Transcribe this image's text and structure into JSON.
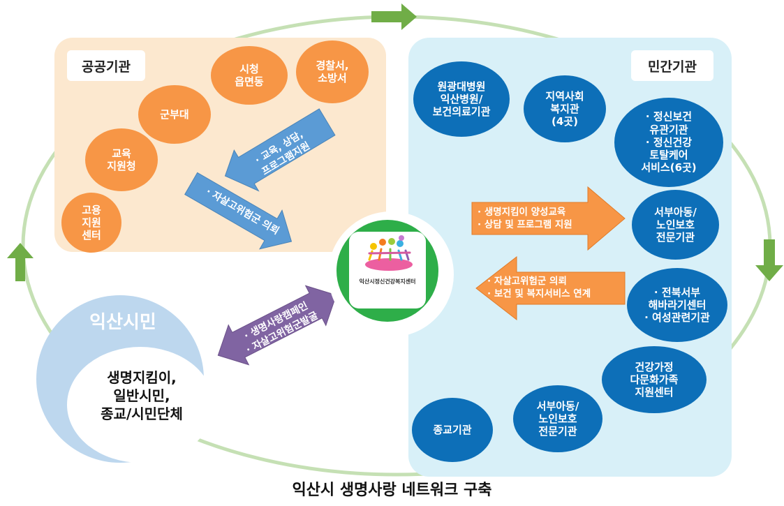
{
  "public_sector": {
    "label": "공공기관",
    "nodes": [
      {
        "id": "city-hall",
        "text": "시청\n읍면동"
      },
      {
        "id": "police-fire",
        "text": "경찰서,\n소방서"
      },
      {
        "id": "military",
        "text": "군부대"
      },
      {
        "id": "education",
        "text": "교육\n지원청"
      },
      {
        "id": "employment",
        "text": "고용\n지원\n센터"
      }
    ]
  },
  "private_sector": {
    "label": "민간기관",
    "nodes": [
      {
        "id": "hospital",
        "text": "원광대병원\n익산병원/\n보건의료기관"
      },
      {
        "id": "welfare",
        "text": "지역사회\n복지관\n(4곳)"
      },
      {
        "id": "mental-health",
        "text": "· 정신보건\n유관기관\n· 정신건강\n토탈케어\n서비스(6곳)"
      },
      {
        "id": "child-elder-1",
        "text": "서부아동/\n노인보호\n전문기관"
      },
      {
        "id": "haebaragi",
        "text": "· 전북서부\n해바라기센터\n· 여성관련기관"
      },
      {
        "id": "multicultural",
        "text": "건강가정\n다문화가족\n지원센터"
      },
      {
        "id": "child-elder-2",
        "text": "서부아동/\n노인보호\n전문기관"
      },
      {
        "id": "religious",
        "text": "종교기관"
      }
    ]
  },
  "center": {
    "label": "익산시정신건강복지센터"
  },
  "citizens": {
    "title": "익산시민",
    "members": "생명지킴이,\n일반시민,\n종교/시민단체"
  },
  "arrows": {
    "public_to_center": "· 교육, 상담,\n프로그램지원",
    "center_to_public": "· 자살고위험군 의뢰",
    "center_to_private": "· 생명지킴이 양성교육\n· 상담 및 프로그램 지원",
    "private_to_center": "· 자살고위험군 의뢰\n· 보건 및 복지서비스 연계",
    "citizens_center": "· 생명사랑캠페인\n· 자살고위험군발굴"
  },
  "caption": "익산시 생명사랑 네트워크 구축",
  "colors": {
    "public_panel": "#fce8cf",
    "private_panel": "#d8f0f8",
    "orange_node": "#f79646",
    "blue_node": "#0d6fb8",
    "blue_arrow": "#5b9bd5",
    "orange_arrow": "#f79646",
    "purple_arrow": "#8064a2",
    "cycle_ring": "#c5e0b4",
    "cycle_arrow": "#70ad47",
    "center_ring": "#2eae49"
  }
}
